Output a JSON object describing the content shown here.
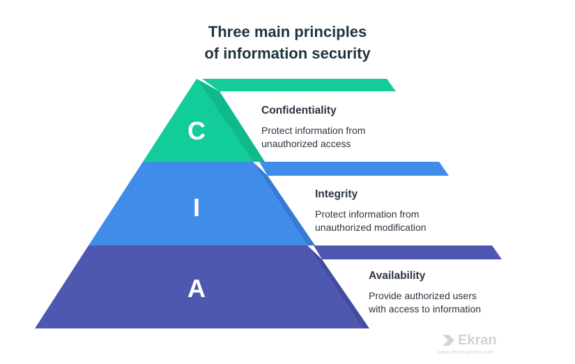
{
  "title": {
    "line1": "Three main principles",
    "line2": "of information security"
  },
  "colors": {
    "confidentiality": "#12cc9a",
    "integrity": "#3f8ce9",
    "availability": "#4f58b0",
    "text": "#2b3440",
    "title": "#1f3340"
  },
  "layers": [
    {
      "letter": "C",
      "heading": "Confidentiality",
      "desc_line1": "Protect information from",
      "desc_line2": "unauthorized access"
    },
    {
      "letter": "I",
      "heading": "Integrity",
      "desc_line1": "Protect information from",
      "desc_line2": "unauthorized modification"
    },
    {
      "letter": "A",
      "heading": "Availability",
      "desc_line1": "Provide authorized users",
      "desc_line2": "with access to information"
    }
  ],
  "logo": {
    "name": "Ekran",
    "url": "www.ekransystem.com"
  }
}
